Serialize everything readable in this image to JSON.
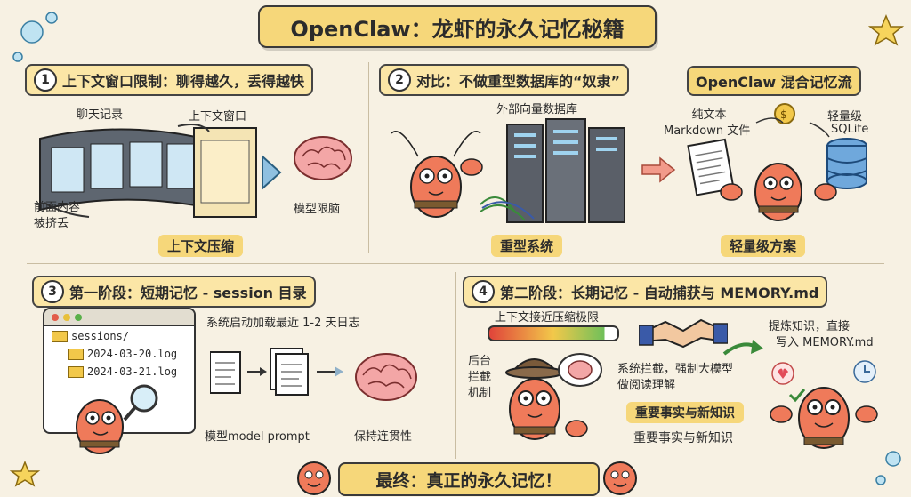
{
  "title": "OpenClaw：龙虾的永久记忆秘籍",
  "s1": {
    "num": "1",
    "title": "上下文窗口限制：聊得越久，丢得越快",
    "chat_log": "聊天记录",
    "context_window": "上下文窗口",
    "pushed_out_1": "前面内容",
    "pushed_out_2": "被挤丢",
    "brain": "模型限脑",
    "tag": "上下文压缩"
  },
  "s2": {
    "num": "2",
    "title": "对比：不做重型数据库的“奴隶”",
    "db": "外部向量数据库",
    "heavy_tag": "重型系统",
    "flow_title": "OpenClaw 混合记忆流",
    "plaintext_1": "纯文本",
    "plaintext_2": "Markdown 文件",
    "sqlite_1": "轻量级",
    "sqlite_2": "SQLite",
    "light_tag": "轻量级方案"
  },
  "s3": {
    "num": "3",
    "title": "第一阶段：短期记忆 - session 目录",
    "folder": "sessions/",
    "files": [
      "2024-03-20.log",
      "2024-03-21.log"
    ],
    "load_note": "系统启动加载最近 1-2 天日志",
    "prompt": "模型model prompt",
    "coherence": "保持连贯性"
  },
  "s4": {
    "num": "4",
    "title": "第二阶段：长期记忆 - 自动捕获与 MEMORY.md",
    "limit": "上下文接近压缩极限",
    "bg_1": "后台",
    "bg_2": "拦截",
    "bg_3": "机制",
    "intercept_1": "系统拦截，强制大模型",
    "intercept_2": "做阅读理解",
    "facts_tag": "重要事实与新知识",
    "facts": "重要事实与新知识",
    "write_1": "提炼知识，直接",
    "write_2": "写入 MEMORY.md"
  },
  "final": "最终：真正的永久记忆！"
}
